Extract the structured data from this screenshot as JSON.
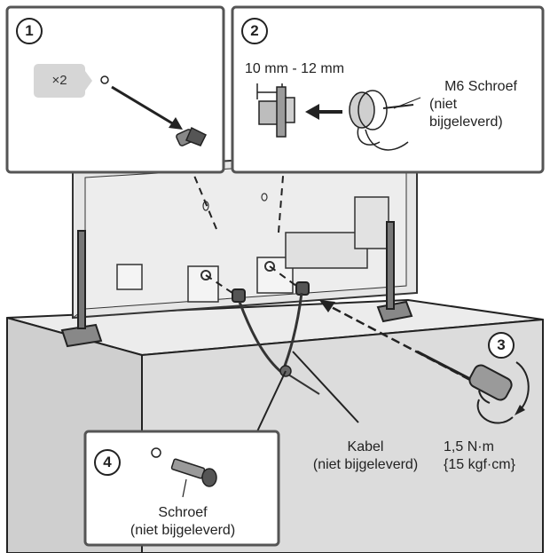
{
  "steps": [
    "1",
    "2",
    "3",
    "4"
  ],
  "multiplier": "×2",
  "gap_spec": "10 mm - 12 mm",
  "m6_screw": [
    "M6 Schroef",
    "(niet",
    "bijgeleverd)"
  ],
  "cable": [
    "Kabel",
    "(niet bijgeleverd)"
  ],
  "torque": [
    "1,5 N·m",
    "{15 kgf·cm}"
  ],
  "screw": [
    "Schroef",
    "(niet bijgeleverd)"
  ]
}
